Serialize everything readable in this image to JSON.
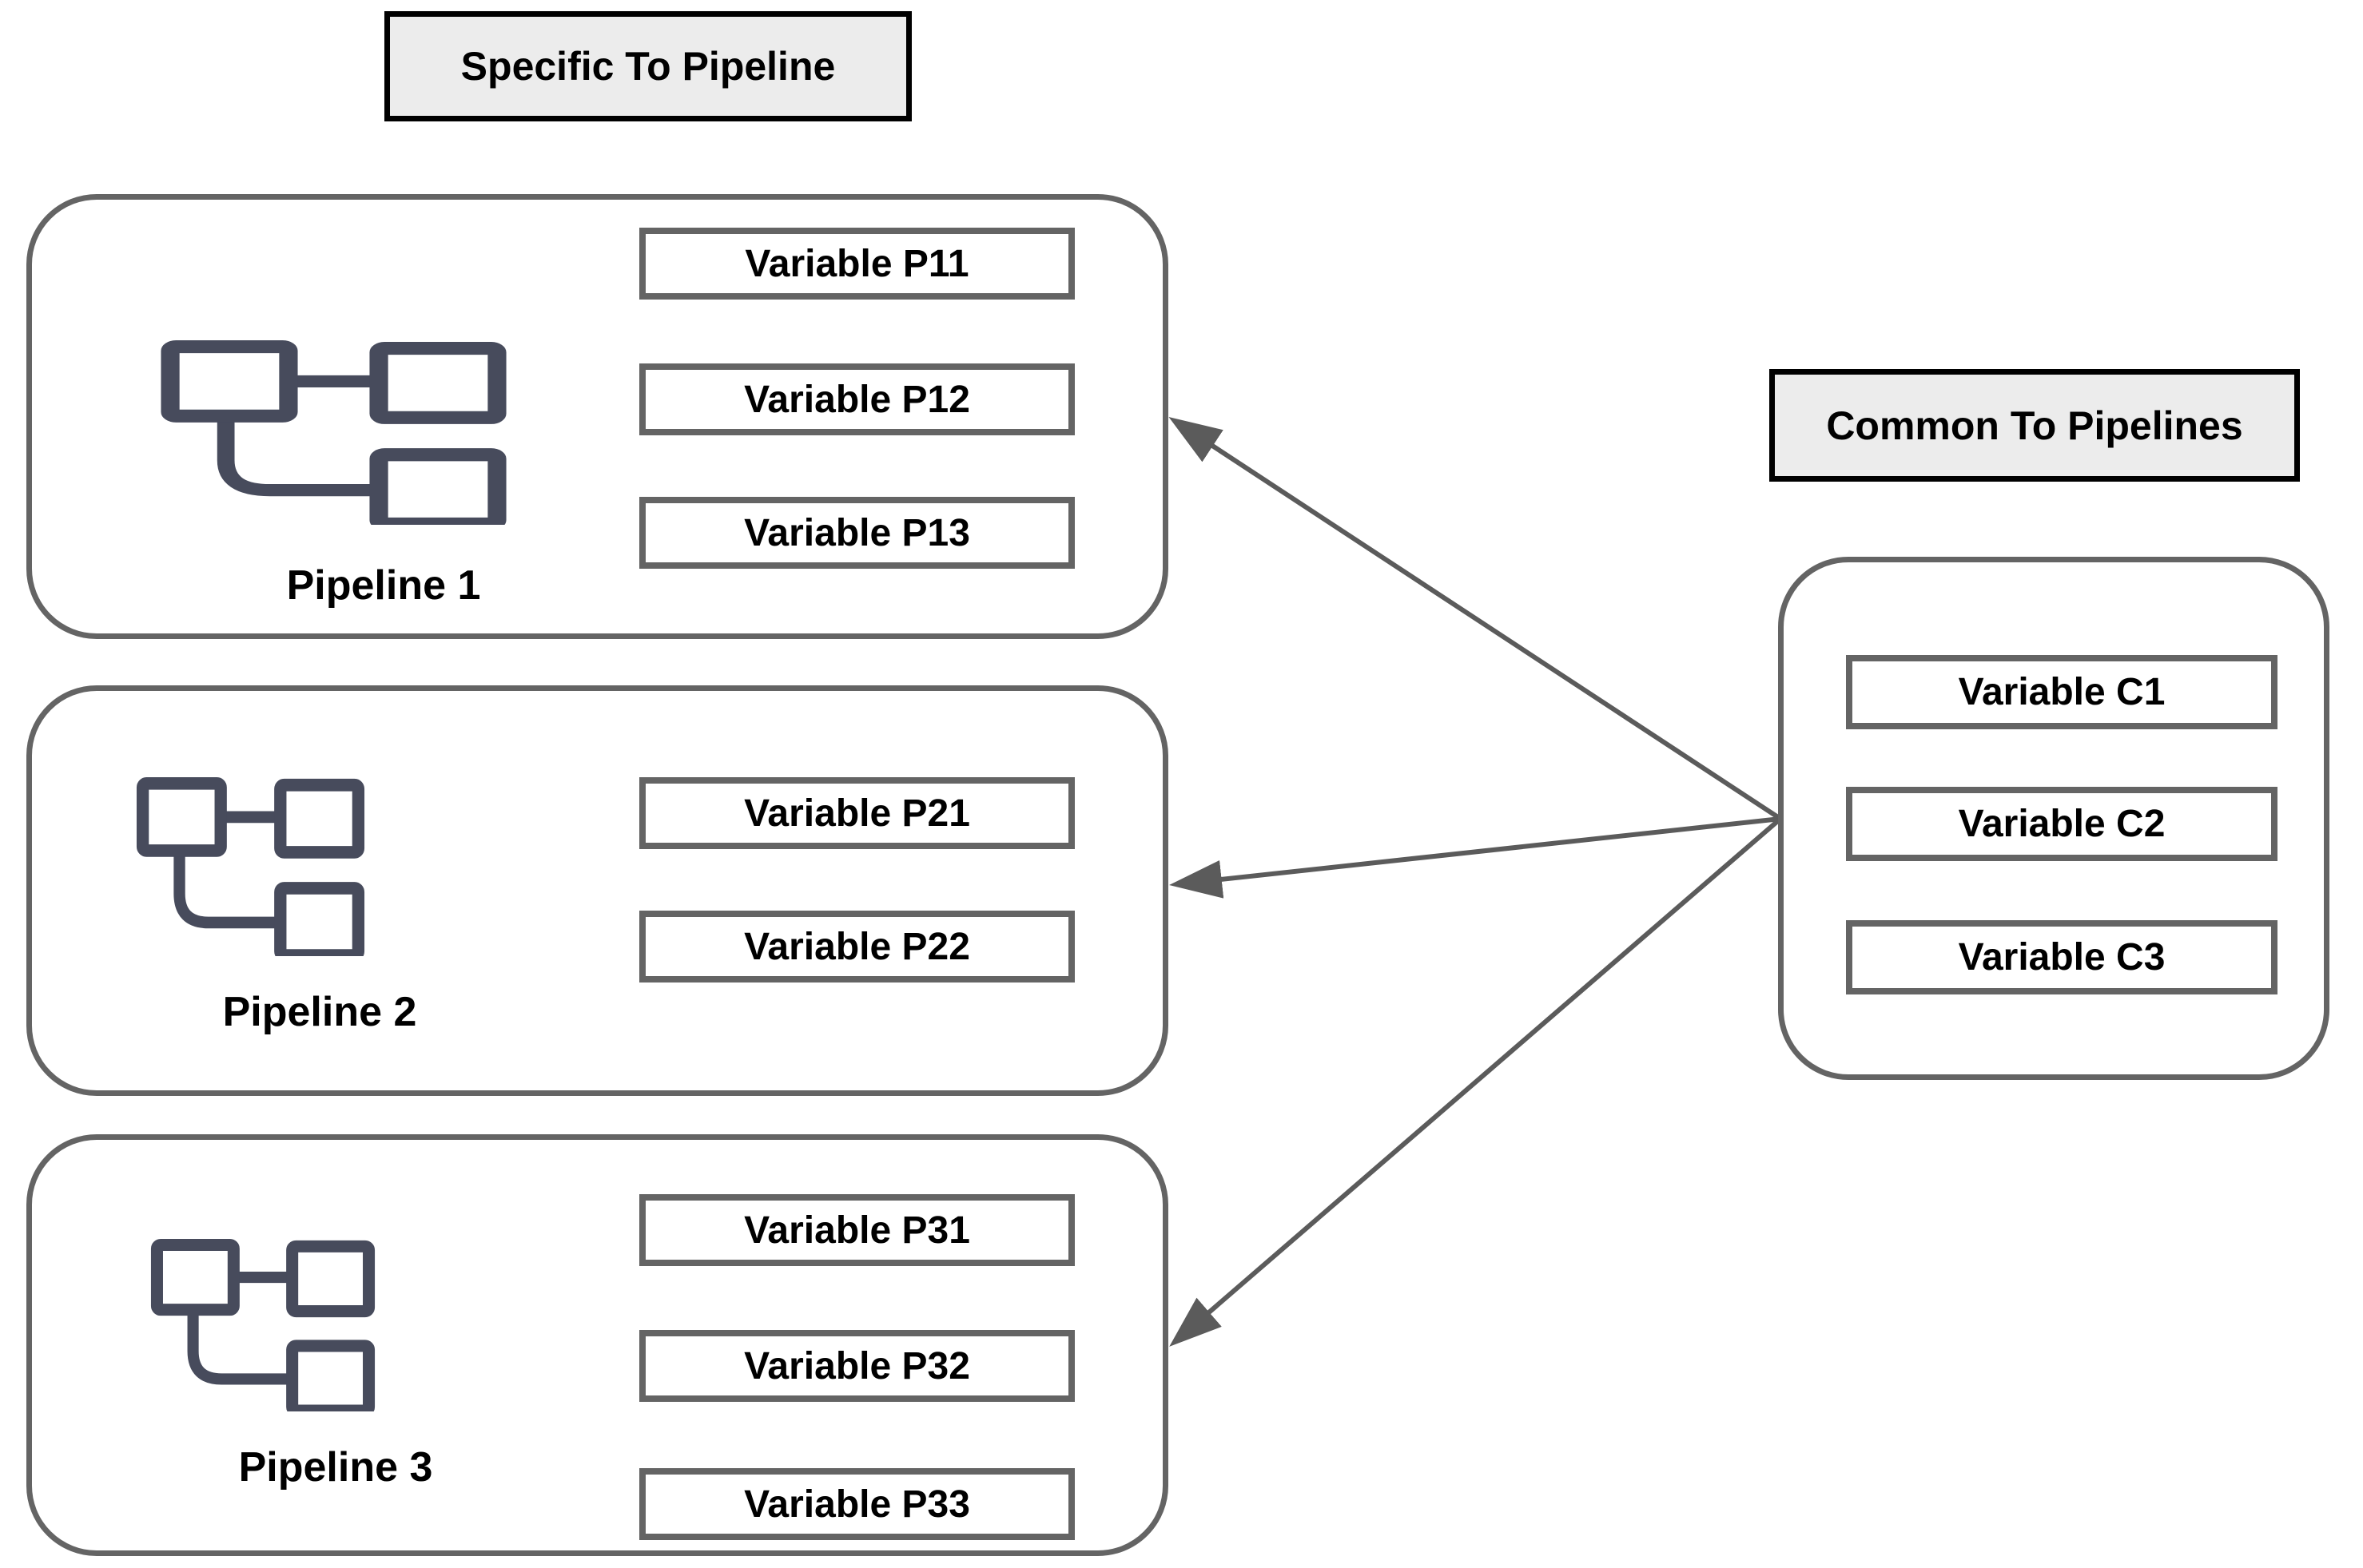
{
  "diagram": {
    "title_left": "Specific To Pipeline",
    "title_right": "Common To Pipelines",
    "colors": {
      "background": "#ffffff",
      "header_fill": "#ececec",
      "header_border": "#000000",
      "container_border": "#646464",
      "variable_box_border": "#646464",
      "icon_stroke": "#474b5c",
      "arrow": "#5b5b5b",
      "text": "#000000"
    },
    "pipelines": [
      {
        "label": "Pipeline 1",
        "icon": "pipeline-flow-icon",
        "variables": [
          "Variable P11",
          "Variable P12",
          "Variable P13"
        ]
      },
      {
        "label": "Pipeline 2",
        "icon": "pipeline-flow-icon",
        "variables": [
          "Variable P21",
          "Variable P22"
        ]
      },
      {
        "label": "Pipeline 3",
        "icon": "pipeline-flow-icon",
        "variables": [
          "Variable P31",
          "Variable P32",
          "Variable P33"
        ]
      }
    ],
    "common": {
      "variables": [
        "Variable C1",
        "Variable C2",
        "Variable C3"
      ]
    },
    "arrows": [
      {
        "from": "common-variables-box",
        "to": "pipeline-1"
      },
      {
        "from": "common-variables-box",
        "to": "pipeline-2"
      },
      {
        "from": "common-variables-box",
        "to": "pipeline-3"
      }
    ]
  }
}
